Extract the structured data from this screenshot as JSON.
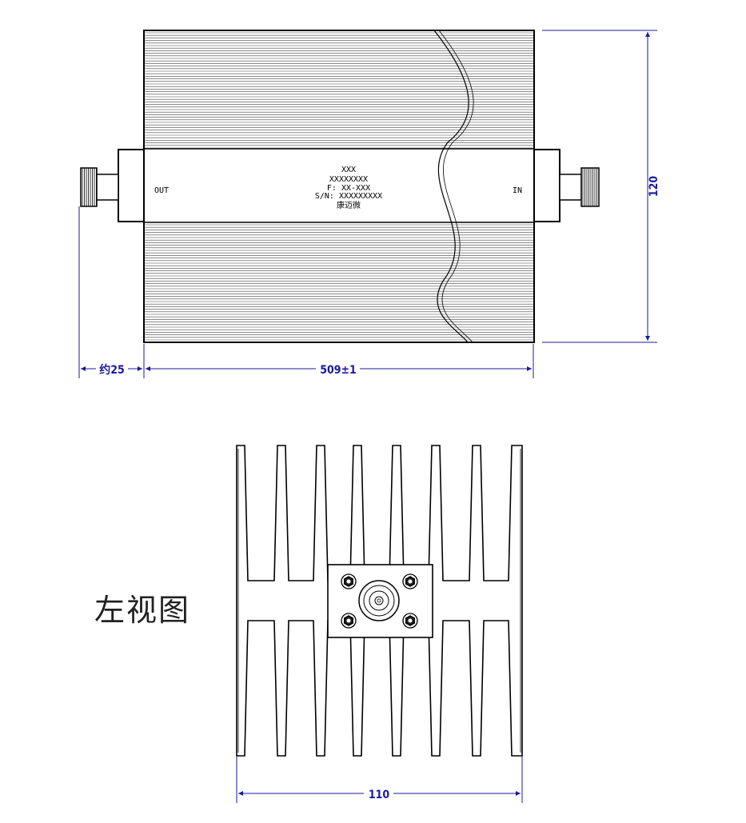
{
  "top_view": {
    "label_lines": [
      "XXX",
      "XXXXXXXX",
      "F: XX-XXX",
      "S/N: XXXXXXXXX",
      "康迈微"
    ],
    "out_label": "OUT",
    "in_label": "IN"
  },
  "dimensions": {
    "connector_length": "约25",
    "body_length": "509±1",
    "height": "120",
    "width_left_view": "110"
  },
  "left_view_title": "左视图",
  "colors": {
    "outline": "#000000",
    "dimension": "#1a1aa0"
  }
}
